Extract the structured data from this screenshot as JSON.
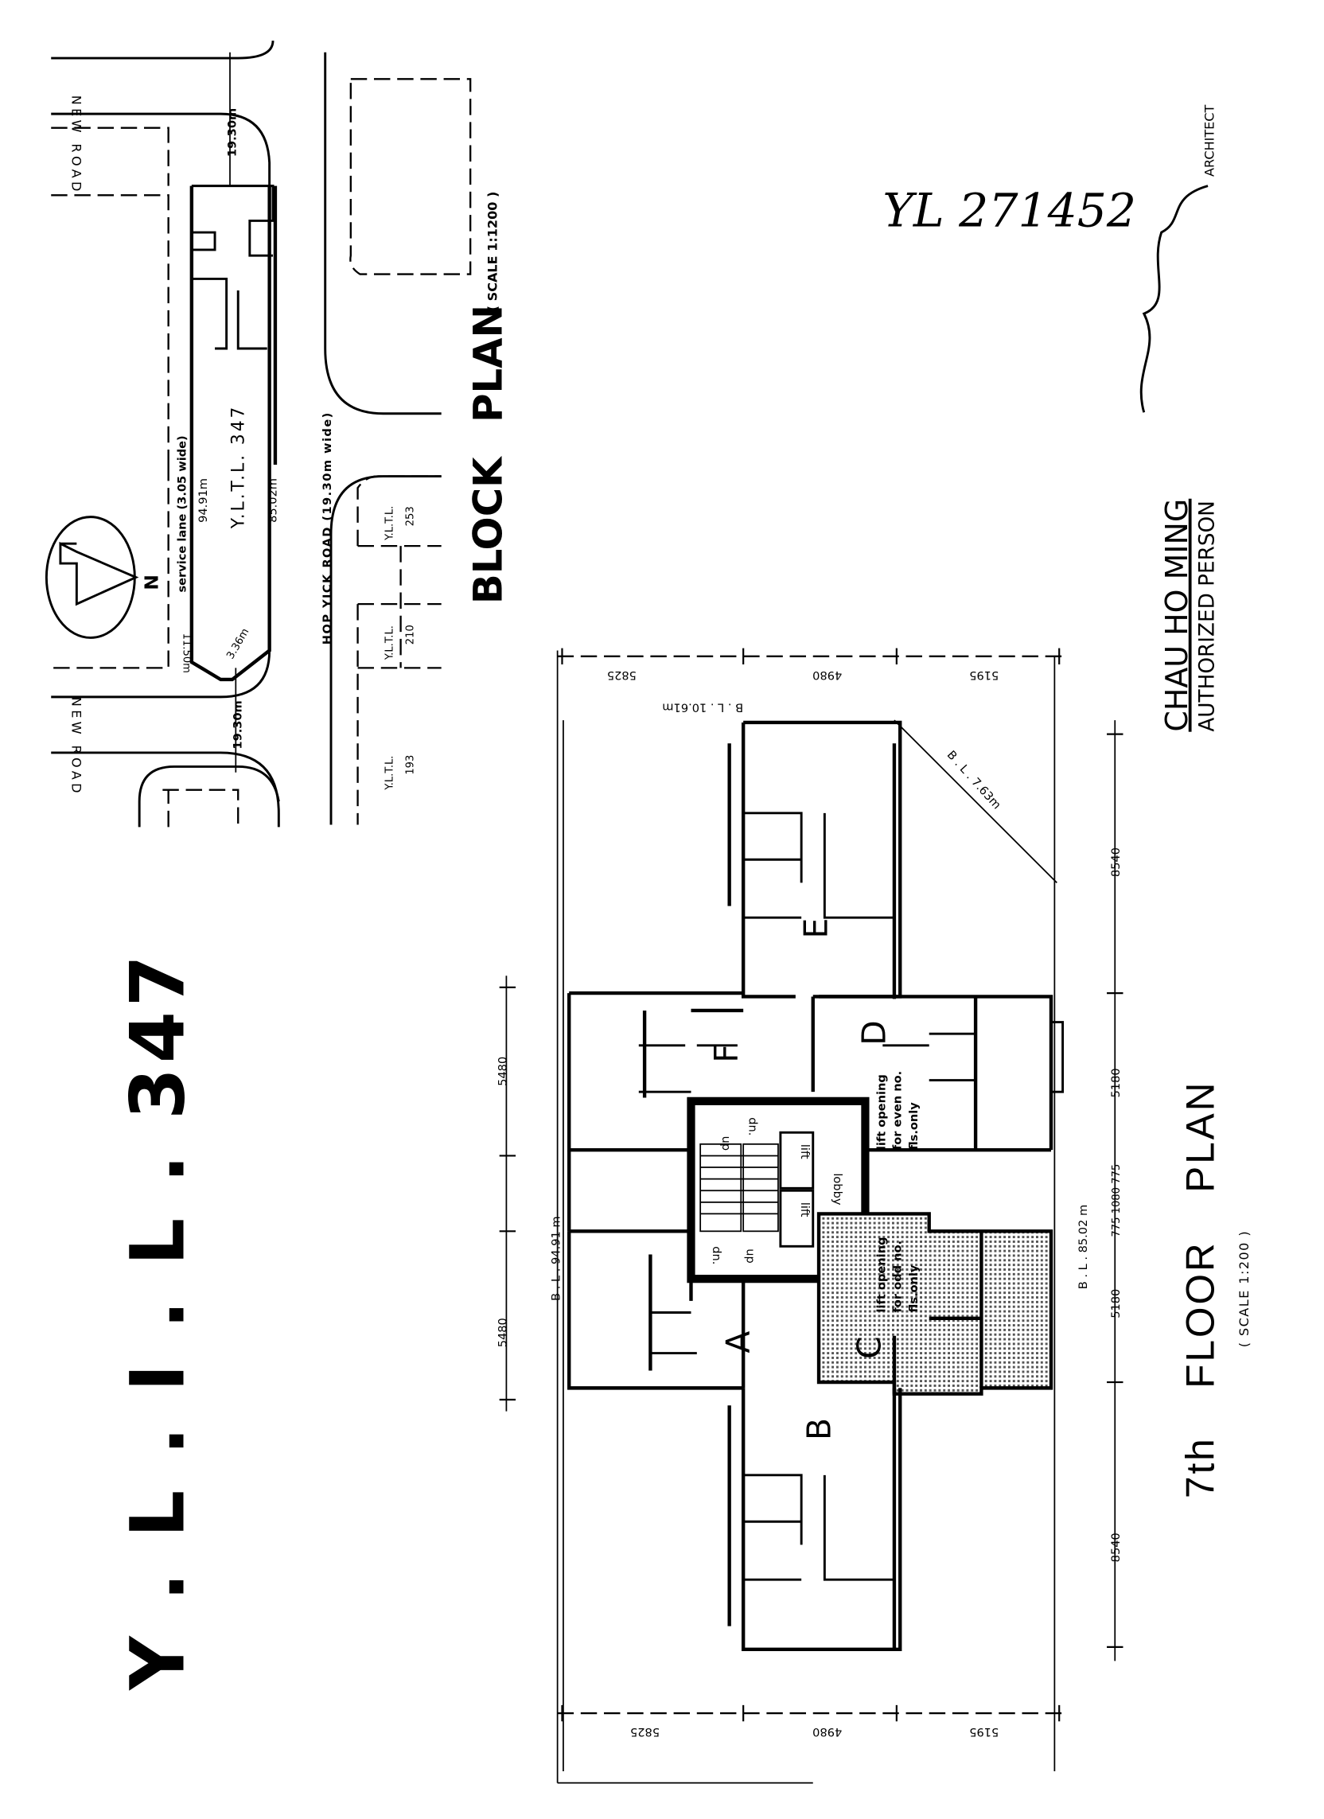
{
  "drawing_title": "Y . L . I . L . 347",
  "block_plan": {
    "title": "BLOCK PLAN",
    "scale": "( SCALE 1:1200 )",
    "new_road_top": "NEW ROAD",
    "new_road_bottom": "NEW ROAD",
    "road_width_top": "19.30m",
    "road_width_bottom": "19.30m",
    "service_lane": "service lane (3.05 wide)",
    "lot_label": "Y.L.T.L. 347",
    "boundary_north": "94.91m",
    "boundary_south": "85.02m",
    "main_road": "HOP YICK ROAD (19.30m wide)",
    "north_label": "N",
    "corner_dim": "3.36m",
    "end_dim": "11.50m",
    "neighbour_lots": [
      {
        "name": "Y.L.T.L.",
        "number": "253"
      },
      {
        "name": "Y.L.T.L.",
        "number": "210"
      },
      {
        "name": "Y.L.T.L.",
        "number": "193"
      }
    ]
  },
  "floor_plan": {
    "title": "7th  FLOOR  PLAN",
    "scale": "( SCALE 1:200 )",
    "units": [
      "A",
      "B",
      "C",
      "D",
      "E",
      "F"
    ],
    "core": {
      "up": "up",
      "dn": "dn.",
      "lift": "lift",
      "lobby": "lobby"
    },
    "lift_note_even": [
      "lift opening",
      "for even no.",
      "fls.only"
    ],
    "lift_note_odd": [
      "lift opening",
      "for odd no.",
      "fls.only"
    ],
    "dims_top": [
      "5825",
      "4980",
      "5195"
    ],
    "dims_bottom": [
      "5825",
      "4980",
      "5195"
    ],
    "dims_left": [
      "5480",
      "5480"
    ],
    "dims_right": [
      "8540",
      "5180",
      "5180",
      "8540"
    ],
    "dims_small": "775 1080 775",
    "bl_left": "B . L . 94.91 m",
    "bl_right": "B . L . 85.02 m",
    "bl_top": "B . L . 10.61m",
    "bl_diag": "B . L . 7.63m"
  },
  "signature_block": {
    "reference": "YL 271452",
    "name": "CHAU HO MING",
    "role": "AUTHORIZED PERSON",
    "profession": "ARCHITECT"
  }
}
